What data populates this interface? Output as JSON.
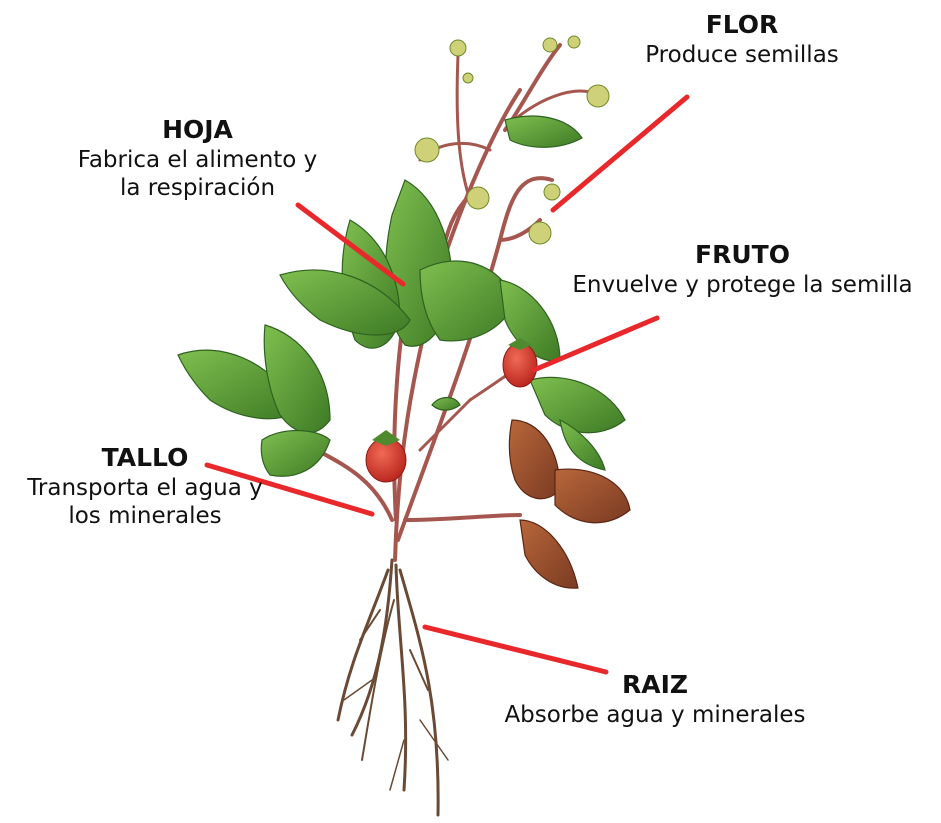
{
  "labels": {
    "flor": {
      "title": "FLOR",
      "desc": [
        "Produce semillas"
      ]
    },
    "hoja": {
      "title": "HOJA",
      "desc": [
        "Fabrica el alimento y",
        "la respiración"
      ]
    },
    "fruto": {
      "title": "FRUTO",
      "desc": [
        "Envuelve y protege la semilla"
      ]
    },
    "tallo": {
      "title": "TALLO",
      "desc": [
        "Transporta el agua y",
        "los minerales"
      ]
    },
    "raiz": {
      "title": "RAIZ",
      "desc": [
        "Absorbe agua y minerales"
      ]
    }
  },
  "colors": {
    "pointer": "#e8282a",
    "leaf": "#5e9a3a",
    "leaf_dark": "#3f7a27",
    "leaf_red": "#9a4a2a",
    "stem": "#a5574f",
    "fruit": "#d63a2e",
    "root": "#6b4a35"
  }
}
